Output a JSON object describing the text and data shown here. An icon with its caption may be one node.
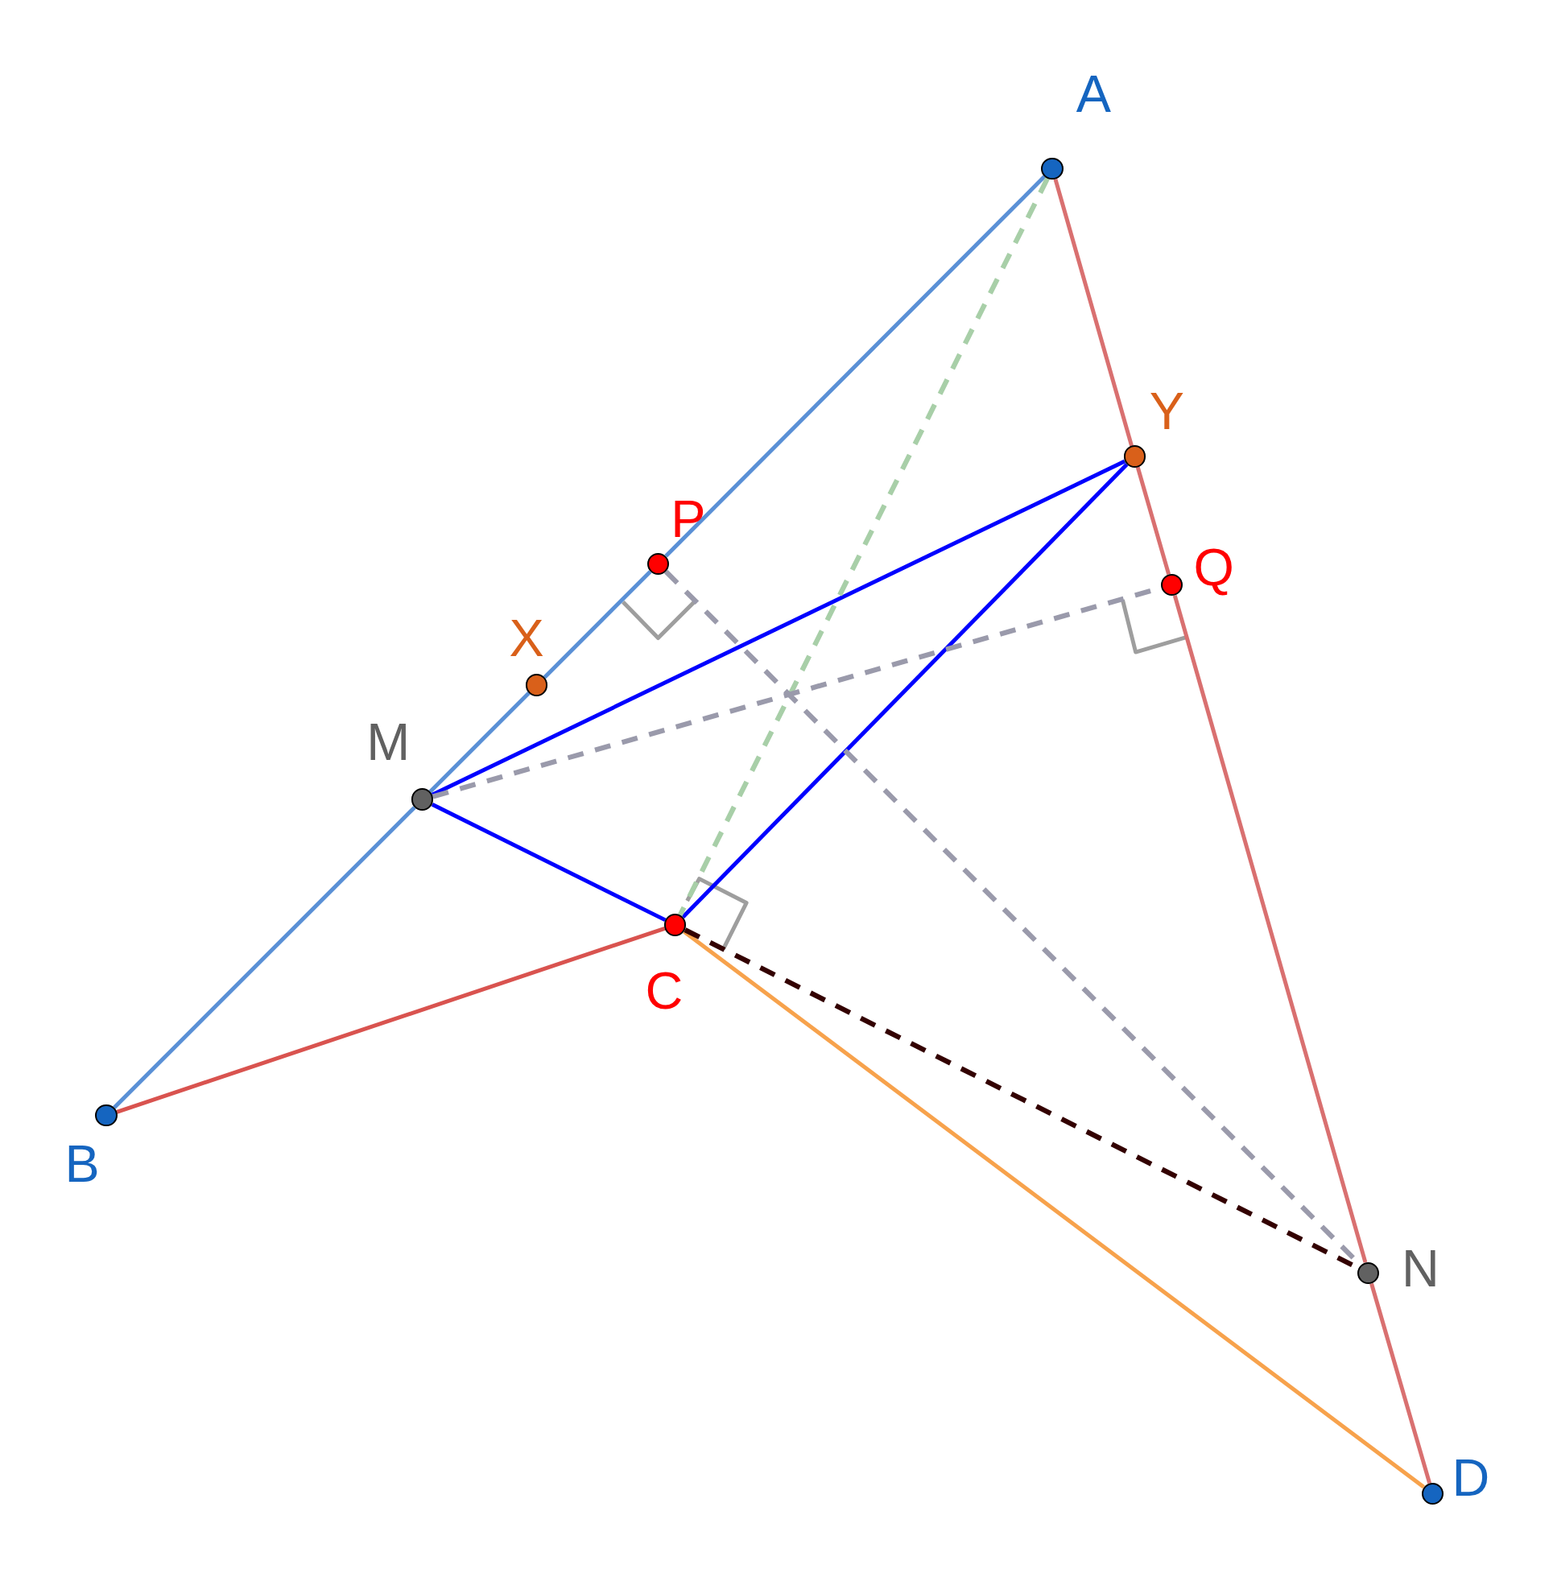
{
  "diagram": {
    "nodes": [
      {
        "text": [],
        "shape": "circle",
        "beside": [
          "A"
        ]
      },
      {
        "text": [],
        "shape": "circle",
        "beside": [
          "Y"
        ]
      },
      {
        "text": [],
        "shape": "circle",
        "beside": [
          "P"
        ]
      },
      {
        "text": [],
        "shape": "circle",
        "beside": [
          "Q"
        ]
      },
      {
        "text": [],
        "shape": "circle",
        "beside": [
          "X"
        ]
      },
      {
        "text": [],
        "shape": "circle",
        "beside": [
          "M"
        ]
      },
      {
        "text": [],
        "shape": "circle",
        "beside": [
          "C"
        ]
      },
      {
        "text": [],
        "shape": "circle",
        "beside": [
          "B"
        ]
      },
      {
        "text": [],
        "shape": "circle",
        "beside": [
          "N"
        ]
      },
      {
        "text": [],
        "shape": "circle",
        "beside": [
          "D"
        ]
      }
    ],
    "edges": [
      {
        "from": 0,
        "to": 2,
        "arrow": "none",
        "color": "#5a90d6"
      },
      {
        "from": 2,
        "to": 4,
        "arrow": "none",
        "color": "#5a90d6"
      },
      {
        "from": 4,
        "to": 5,
        "arrow": "none",
        "color": "#5a90d6"
      },
      {
        "from": 5,
        "to": 7,
        "arrow": "none",
        "color": "#5a90d6"
      },
      {
        "from": 7,
        "to": 6,
        "arrow": "none",
        "color": "#d9534f"
      },
      {
        "from": 6,
        "to": 9,
        "arrow": "none",
        "color": "#f7a24c"
      },
      {
        "from": 0,
        "to": 1,
        "arrow": "none",
        "color": "#d97070"
      },
      {
        "from": 1,
        "to": 3,
        "arrow": "none",
        "color": "#d97070"
      },
      {
        "from": 3,
        "to": 8,
        "arrow": "none",
        "color": "#d97070"
      },
      {
        "from": 8,
        "to": 9,
        "arrow": "none",
        "color": "#d97070"
      },
      {
        "from": 5,
        "to": 1,
        "arrow": "none",
        "color": "#0000ff"
      },
      {
        "from": 1,
        "to": 6,
        "arrow": "none",
        "color": "#0000ff"
      },
      {
        "from": 5,
        "to": 6,
        "arrow": "none",
        "color": "#0000ff"
      },
      {
        "from": 0,
        "to": 6,
        "arrow": "none",
        "style": "dashed",
        "color": "#a8cfa8"
      },
      {
        "from": 5,
        "to": 3,
        "arrow": "none",
        "style": "dashed",
        "color": "#9a9aab"
      },
      {
        "from": 2,
        "to": 8,
        "arrow": "none",
        "style": "dashed",
        "color": "#9a9aab"
      },
      {
        "from": 6,
        "to": 8,
        "arrow": "none",
        "style": "dashed",
        "color": "#330000"
      }
    ]
  }
}
